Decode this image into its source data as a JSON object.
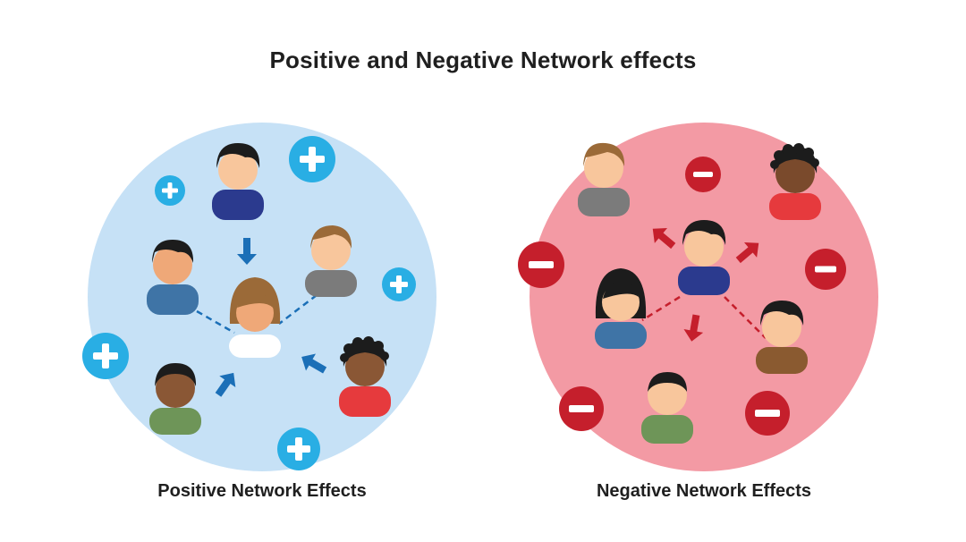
{
  "title": "Positive and Negative Network effects",
  "panels": {
    "positive": {
      "label": "Positive Network Effects",
      "circle_color": "#c6e1f6",
      "badge_color": "#29aee4",
      "arrow_color": "#1b6fb7",
      "badge_symbol": "plus"
    },
    "negative": {
      "label": "Negative Network Effects",
      "circle_color": "#f39aa4",
      "badge_color": "#c51f2c",
      "arrow_color": "#c51f2c",
      "badge_symbol": "minus"
    }
  },
  "colors": {
    "skin_light": "#f8c69c",
    "skin_medium": "#efa878",
    "skin_dark": "#8a5735",
    "skin_darker": "#7a4a2c",
    "hair_black": "#1c1c1c",
    "hair_brown": "#9b6a38",
    "shirt_navy": "#2b3a8e",
    "shirt_blue": "#3f74a6",
    "shirt_gray": "#7b7b7b",
    "shirt_green": "#6e9558",
    "shirt_red": "#e63a3d",
    "shirt_white": "#ffffff",
    "shirt_brown": "#8a5a30"
  }
}
